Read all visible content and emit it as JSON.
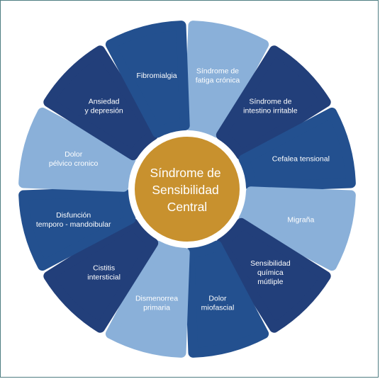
{
  "diagram": {
    "center": {
      "lines": [
        "Síndrome de",
        "Sensibilidad",
        "Central"
      ],
      "color": "#c8912e"
    },
    "segments": [
      {
        "lines": [
          "Síndrome de",
          "fatiga crónica"
        ],
        "color": "#8ab0d9"
      },
      {
        "lines": [
          "Síndrome de",
          "intestino irritable"
        ],
        "color": "#223f7a"
      },
      {
        "lines": [
          "Cefalea tensional"
        ],
        "color": "#23508f"
      },
      {
        "lines": [
          "Migraña"
        ],
        "color": "#8ab0d9"
      },
      {
        "lines": [
          "Sensibilidad",
          "química",
          "mútliple"
        ],
        "color": "#223f7a"
      },
      {
        "lines": [
          "Dolor",
          "miofascial"
        ],
        "color": "#23508f"
      },
      {
        "lines": [
          "Dismenorrea",
          "primaria"
        ],
        "color": "#8ab0d9"
      },
      {
        "lines": [
          "Cistitis",
          "intersticial"
        ],
        "color": "#223f7a"
      },
      {
        "lines": [
          "Disfunción",
          "temporo - mandoibular"
        ],
        "color": "#23508f"
      },
      {
        "lines": [
          "Dolor",
          "pélvico cronico"
        ],
        "color": "#8ab0d9"
      },
      {
        "lines": [
          "Ansiedad",
          "y depresión"
        ],
        "color": "#223f7a"
      },
      {
        "lines": [
          "Fibromialgia"
        ],
        "color": "#23508f"
      }
    ]
  }
}
